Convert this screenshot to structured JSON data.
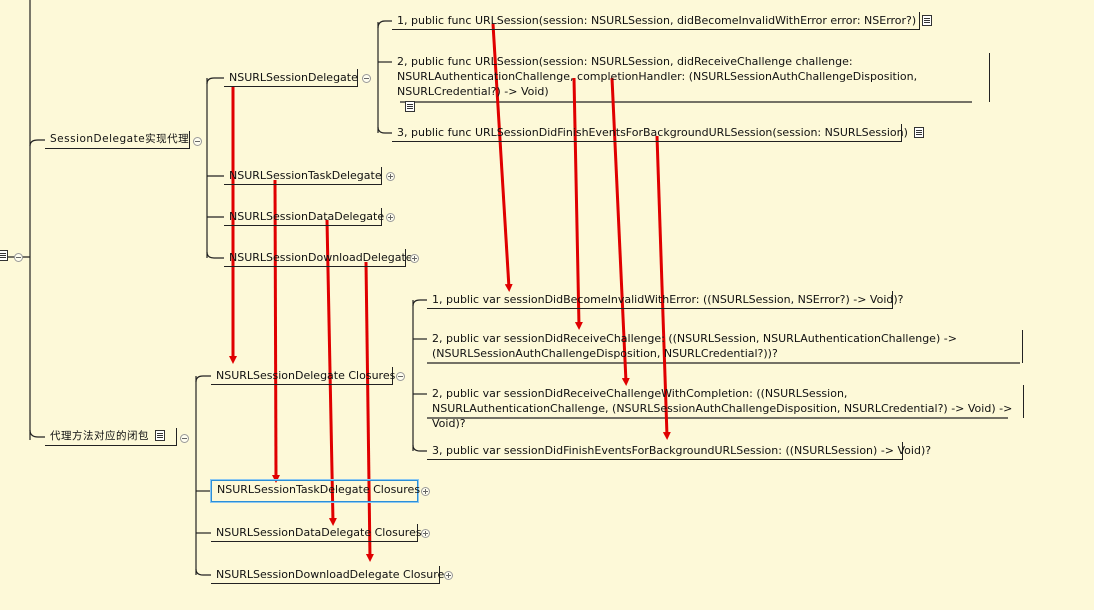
{
  "nodes": {
    "session_delegate": "SessionDelegate实现代理",
    "proxy_closures": "代理方法对应的闭包",
    "nsurlsession_delegate": "NSURLSessionDelegate",
    "task_delegate": "NSURLSessionTaskDelegate",
    "data_delegate": "NSURLSessionDataDelegate",
    "download_delegate": "NSURLSessionDownloadDelegate",
    "delegate_closures": "NSURLSessionDelegate Closures",
    "task_closures": "NSURLSessionTaskDelegate Closures",
    "data_closures": "NSURLSessionDataDelegate Closures",
    "download_closures": "NSURLSessionDownloadDelegate Closures",
    "func1": "1,  public func URLSession(session: NSURLSession, didBecomeInvalidWithError error: NSError?)",
    "func2": "2, public func URLSession(session: NSURLSession, didReceiveChallenge challenge: NSURLAuthenticationChallenge, completionHandler: (NSURLSessionAuthChallengeDisposition, NSURLCredential?) -> Void)",
    "func3": "3, public func URLSessionDidFinishEventsForBackgroundURLSession(session: NSURLSession)",
    "var1": "1, public var sessionDidBecomeInvalidWithError: ((NSURLSession, NSError?) -> Void)?",
    "var2": "2, public var sessionDidReceiveChallenge: ((NSURLSession, NSURLAuthenticationChallenge) -> (NSURLSessionAuthChallengeDisposition, NSURLCredential?))?",
    "var3": "2, public var sessionDidReceiveChallengeWithCompletion: ((NSURLSession, NSURLAuthenticationChallenge, (NSURLSessionAuthChallengeDisposition, NSURLCredential?) -> Void) -> Void)?",
    "var4": "3, public var sessionDidFinishEventsForBackgroundURLSession: ((NSURLSession) -> Void)?"
  },
  "colors": {
    "background": "#fdf9d8",
    "connector": "#222222",
    "arrow": "#e00000",
    "selection": "#2b8fd8"
  }
}
